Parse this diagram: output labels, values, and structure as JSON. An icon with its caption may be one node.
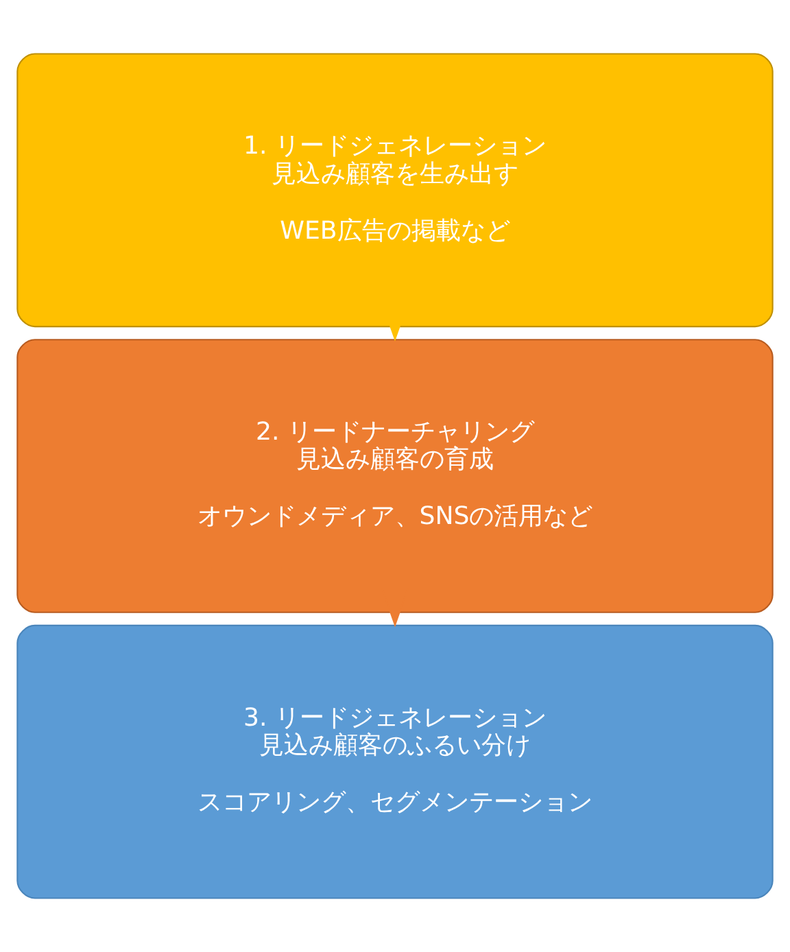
{
  "diagram": {
    "nodes": [
      {
        "text": [
          "1. リードジェネレーション",
          "見込み顧客を生み出す",
          "WEB広告の掲載など"
        ]
      },
      {
        "text": [
          "2. リードナーチャリング",
          "見込み顧客の育成",
          "オウンドメディア、SNSの活用など"
        ]
      },
      {
        "text": [
          "3. リードジェネレーション",
          "見込み顧客のふるい分け",
          "スコアリング、セグメンテーション"
        ]
      }
    ],
    "edges": [
      {
        "from": 0,
        "to": 1,
        "arrow": "to"
      },
      {
        "from": 1,
        "to": 2,
        "arrow": "to"
      }
    ]
  }
}
